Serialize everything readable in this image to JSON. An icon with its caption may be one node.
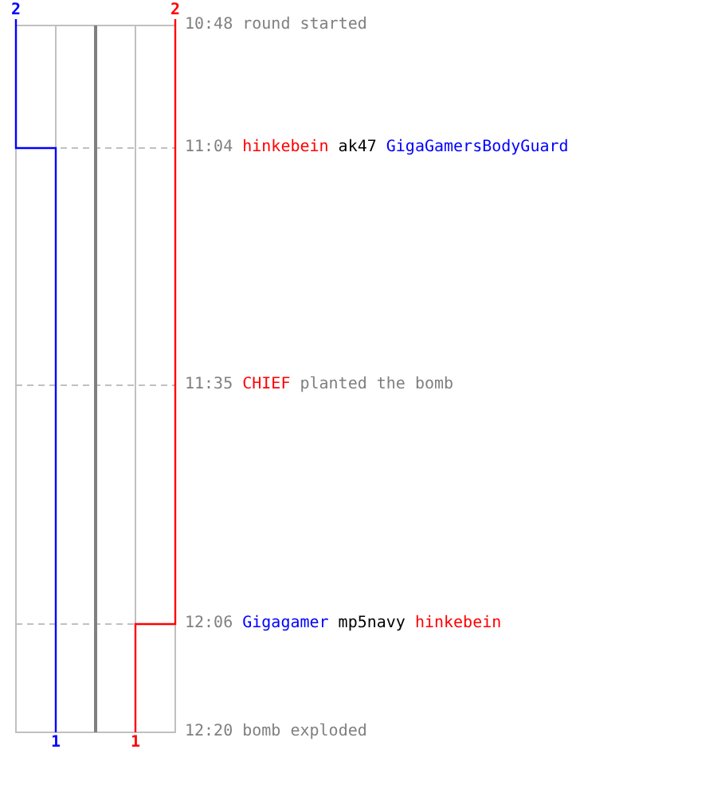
{
  "diagram": {
    "labels": [
      "2",
      "2",
      "10:48",
      "round started",
      "11:04",
      "hinkebein",
      "ak47",
      "GigaGamersBodyGuard",
      "11:35",
      "CHIEF",
      "planted the bomb",
      "12:06",
      "Gigagamer",
      "mp5navy",
      "hinkebein",
      "12:20",
      "bomb exploded",
      "1",
      "1"
    ]
  }
}
